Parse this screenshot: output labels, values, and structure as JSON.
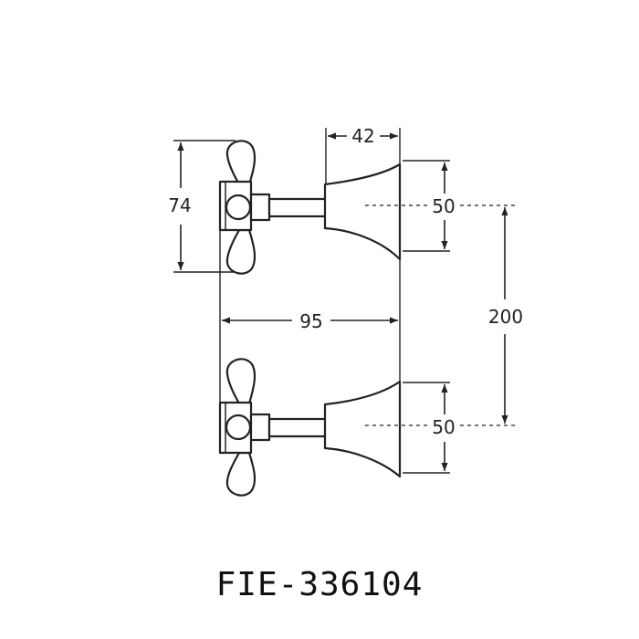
{
  "drawing": {
    "dimensions": {
      "spout_length": "42",
      "handle_height": "74",
      "flange_diameter_top": "50",
      "overall_projection": "95",
      "centres": "200",
      "flange_diameter_bottom": "50"
    },
    "model_code": "FIE-336104",
    "colors": {
      "line": "#222222",
      "background": "#ffffff"
    }
  }
}
